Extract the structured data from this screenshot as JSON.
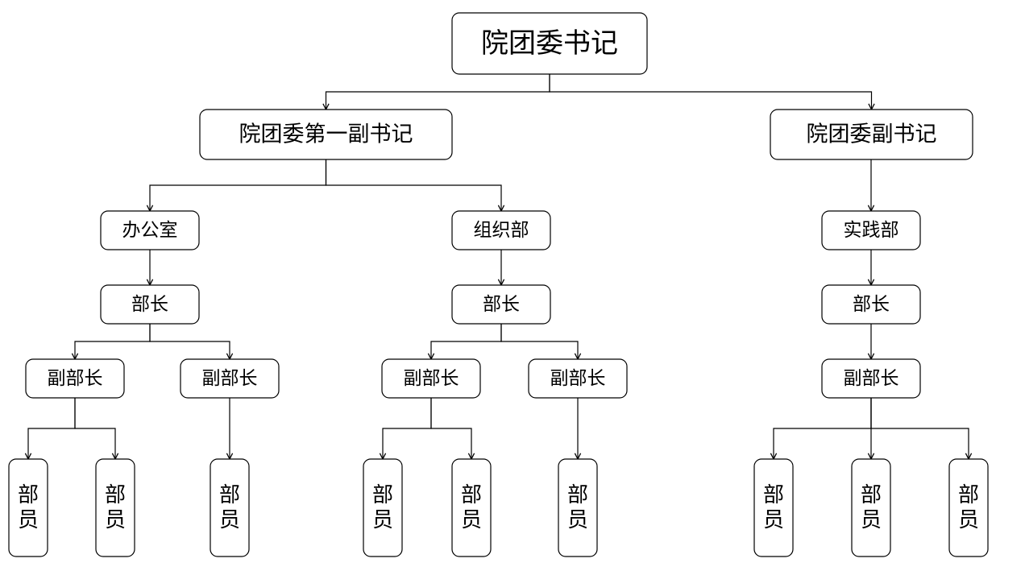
{
  "diagram": {
    "root": "院团委书记",
    "deputies": [
      {
        "title": "院团委第一副书记",
        "departments": [
          {
            "name": "办公室",
            "head": "部长",
            "vice_heads": [
              {
                "label": "副部长",
                "members": [
                  "部员",
                  "部员"
                ]
              },
              {
                "label": "副部长",
                "members": [
                  "部员"
                ]
              }
            ]
          },
          {
            "name": "组织部",
            "head": "部长",
            "vice_heads": [
              {
                "label": "副部长",
                "members": [
                  "部员",
                  "部员"
                ]
              },
              {
                "label": "副部长",
                "members": [
                  "部员"
                ]
              }
            ]
          }
        ]
      },
      {
        "title": "院团委副书记",
        "departments": [
          {
            "name": "实践部",
            "head": "部长",
            "vice_heads": [
              {
                "label": "副部长",
                "members": [
                  "部员",
                  "部员",
                  "部员"
                ]
              }
            ]
          }
        ]
      }
    ],
    "colors": {
      "stroke": "#000000",
      "fill": "#ffffff",
      "text": "#000000"
    }
  }
}
